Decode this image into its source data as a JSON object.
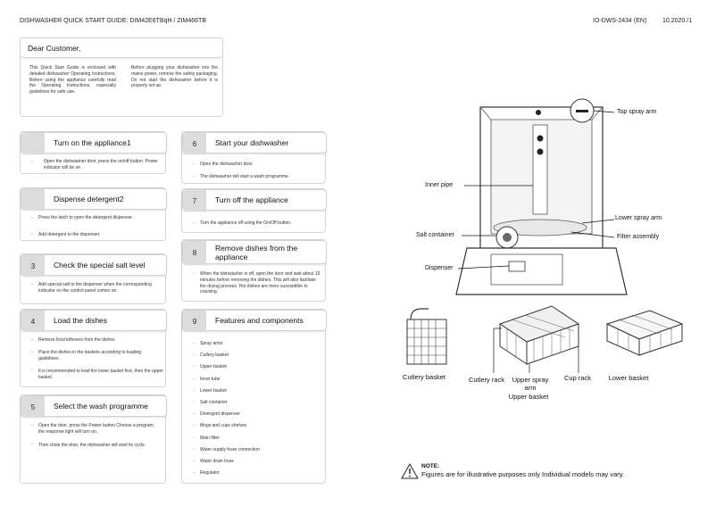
{
  "header": {
    "title": "DISHWASHER QUICK START GUIDE: DIM42E6TBqH / ZIM466TB",
    "doc_id": "IO-DWS-2434 (EN)",
    "date": "10.2020./1"
  },
  "intro": {
    "greeting": "Dear Customer,",
    "col1": "This Quick Start Guide is enclosed with detailed dishwasher Operating Instructions. Before using the appliance carefully read the Operating Instructions, especially guidelines for safe use.",
    "col2": "Before plugging your dishwasher into the mains power, remove the safety packaging. Do not start the dishwasher before it is properly set up."
  },
  "steps": [
    {
      "num": "",
      "title": "Turn on the appliance1",
      "items": [
        "Open the dishwasher door, press the on/off button. Power indicator will be on"
      ]
    },
    {
      "num": "",
      "title": "Dispense detergent2",
      "items": [
        "Press the latch to open the detergent dispenser.",
        "Add detergent to the dispenser."
      ]
    },
    {
      "num": "3",
      "title": "Check the special salt level",
      "items": [
        "Add special salt to the dispenser when the corresponding indicator on the control panel comes on."
      ]
    },
    {
      "num": "4",
      "title": "Load the dishes",
      "items": [
        "Remove food leftovers from the dishes",
        "Place the dishes in the baskets according to loading guidelines.",
        "It is recommended to load the lower basket first, then the upper basket."
      ]
    },
    {
      "num": "5",
      "title": "Select the wash programme",
      "items": [
        "Open the door, press the Power button Choose a program, the response light will turn on.",
        "Then close the door, the dishwasher will start its cycle."
      ]
    },
    {
      "num": "6",
      "title": "Start your dishwasher",
      "items": [
        "Open the dishwasher door.",
        "The dishwasher will start a wash programme."
      ]
    },
    {
      "num": "7",
      "title": "Turn off the appliance",
      "items": [
        "Turn the appliance off using the On/Off button."
      ]
    },
    {
      "num": "8",
      "title": "Remove dishes from the appliance",
      "items": [
        "When the dishwasher is off, open the door and wait about 15 minutes before removing the dishes. This will also facilitate the drying process. Hot dishes are more susceptible to cracking."
      ]
    },
    {
      "num": "9",
      "title": "Features and components",
      "items": [
        "Spray arms",
        "Cutlery basket",
        "Upper basket",
        "Inner tube",
        "Lower basket",
        "Salt container",
        "Detergent dispenser",
        "Mugs and cups shelves",
        "Main filter",
        "Water supply hose connection",
        "Water drain hose",
        "Regulator"
      ]
    }
  ],
  "diagram": {
    "top_spray_arm": "Top spray arm",
    "inner_pipe": "Inner pipe",
    "lower_spray_arm": "Lower spray arm",
    "salt_container": "Salt container",
    "filter_assembly": "Filter assembly",
    "dispenser": "Dispenser"
  },
  "baskets": {
    "cutlery_basket": "Cutlery basket",
    "cutlery_rack": "Cutlery rack",
    "upper_spray_arm": "Upper spray arm",
    "upper_basket": "Upper basket",
    "cup_rack": "Cup rack",
    "lower_basket": "Lower basket"
  },
  "note": {
    "heading": "NOTE:",
    "text": "Figures are for illustrative purposes only Individual models may vary."
  }
}
